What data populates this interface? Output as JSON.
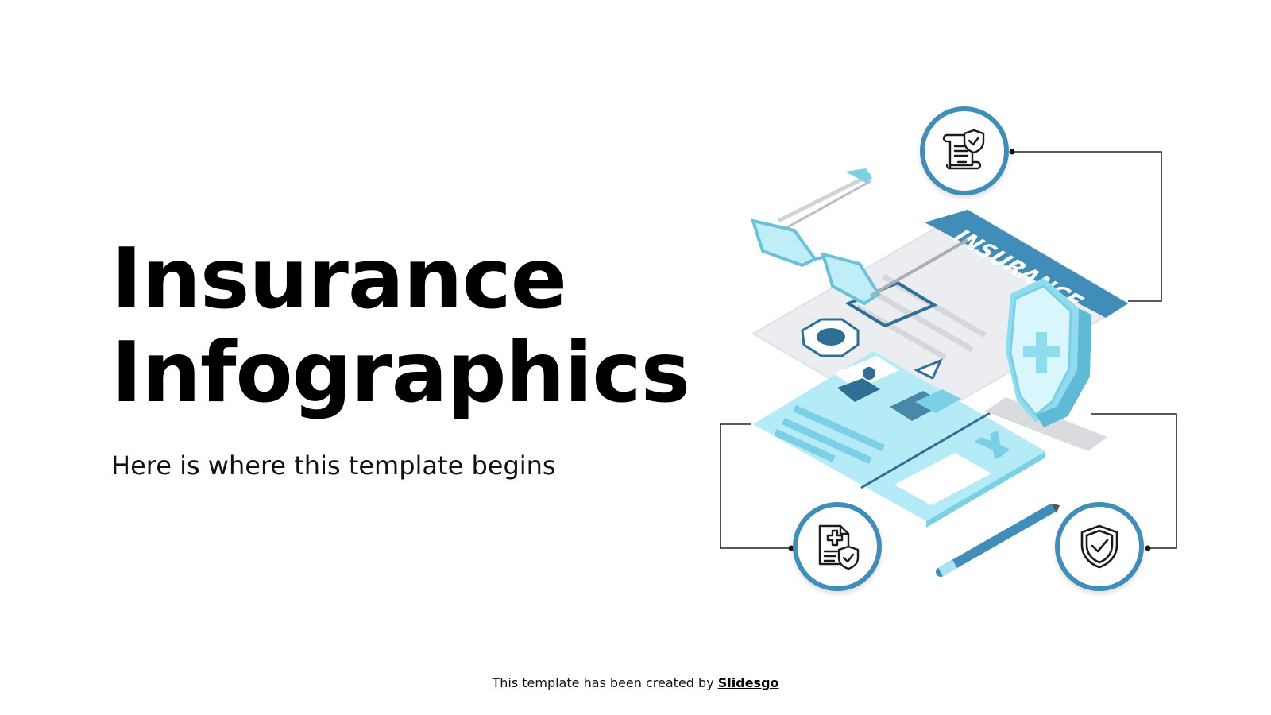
{
  "slide": {
    "title_line1": "Insurance",
    "title_line2": "Infographics",
    "subtitle": "Here is where this template begins",
    "credit_prefix": "This template has been created by ",
    "credit_link": "Slidesgo"
  },
  "illustration": {
    "document_banner": "INSURANCE",
    "icons": [
      "insurance-policy-icon",
      "medical-document-shield-icon",
      "shield-check-icon"
    ]
  },
  "colors": {
    "accent_blue": "#3f8db8",
    "light_blue": "#a9e4f3",
    "dark_blue": "#2f6f96",
    "text": "#000000"
  }
}
